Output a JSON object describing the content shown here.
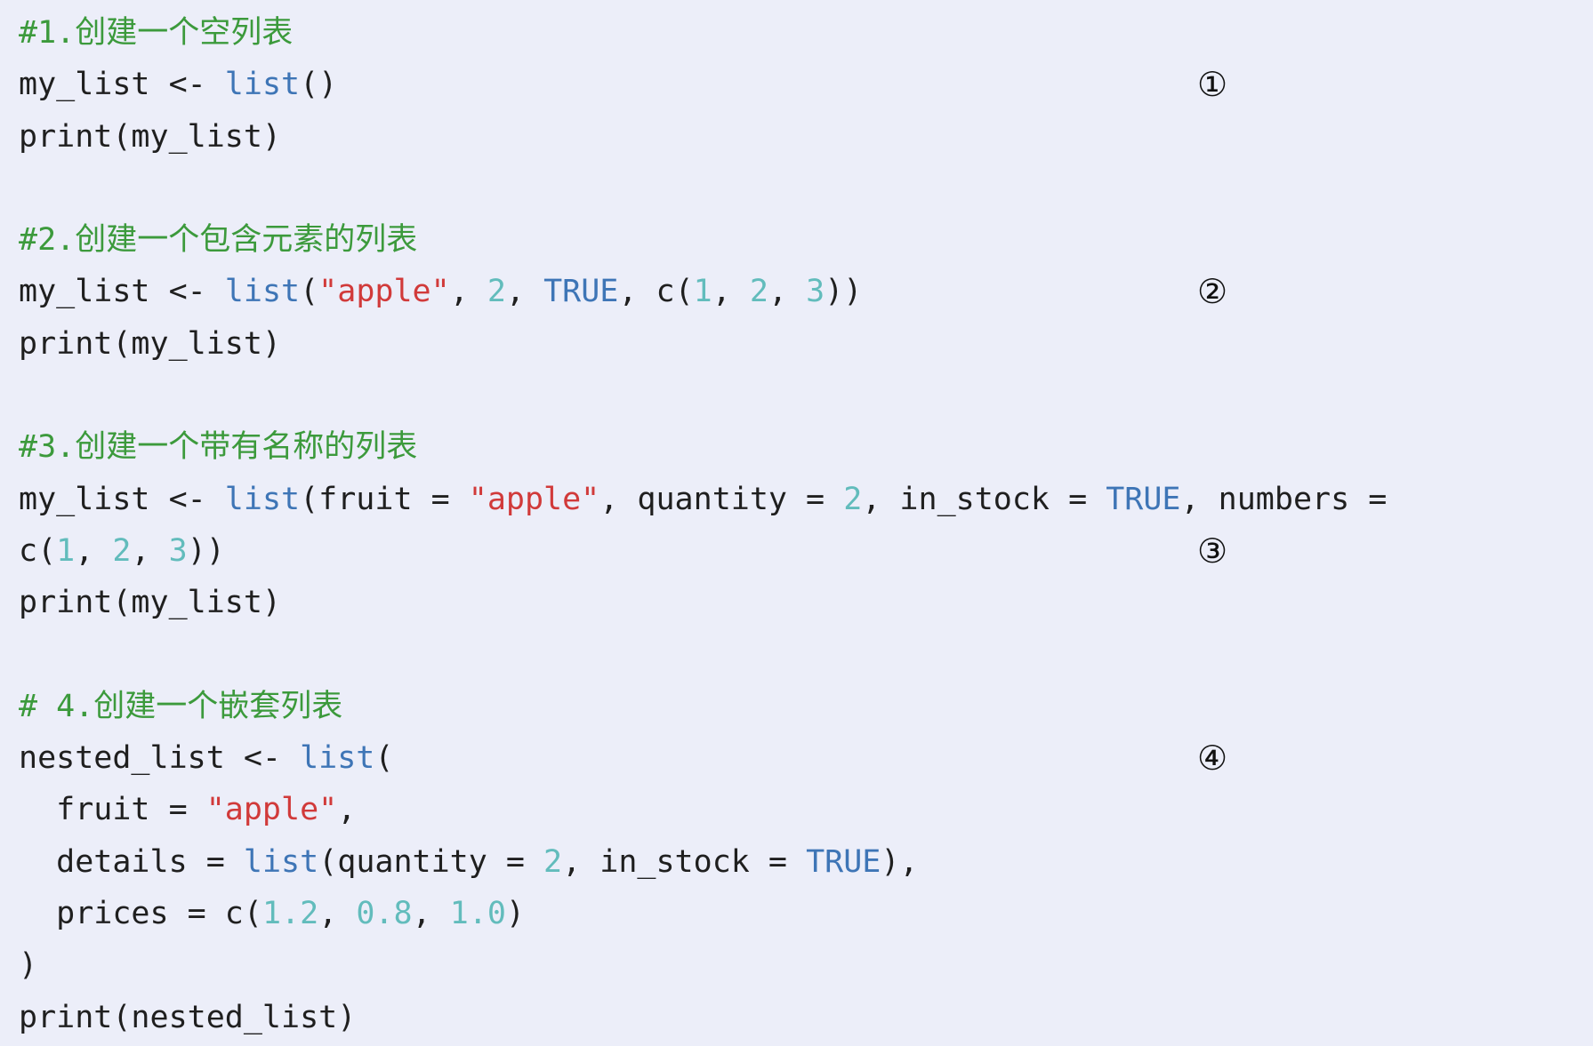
{
  "blocks": [
    {
      "comment_prefix": "#1.",
      "comment_text": "创建一个空列表",
      "lines": [
        [
          {
            "t": "plain",
            "v": "my_list <- "
          },
          {
            "t": "kw-func",
            "v": "list"
          },
          {
            "t": "plain",
            "v": "()"
          }
        ],
        [
          {
            "t": "plain",
            "v": "print(my_list)"
          }
        ]
      ],
      "marker": "①"
    },
    {
      "comment_prefix": "#2.",
      "comment_text": "创建一个包含元素的列表",
      "lines": [
        [
          {
            "t": "plain",
            "v": "my_list <- "
          },
          {
            "t": "kw-func",
            "v": "list"
          },
          {
            "t": "plain",
            "v": "("
          },
          {
            "t": "str",
            "v": "\"apple\""
          },
          {
            "t": "plain",
            "v": ", "
          },
          {
            "t": "num",
            "v": "2"
          },
          {
            "t": "plain",
            "v": ", "
          },
          {
            "t": "bool",
            "v": "TRUE"
          },
          {
            "t": "plain",
            "v": ", c("
          },
          {
            "t": "num",
            "v": "1"
          },
          {
            "t": "plain",
            "v": ", "
          },
          {
            "t": "num",
            "v": "2"
          },
          {
            "t": "plain",
            "v": ", "
          },
          {
            "t": "num",
            "v": "3"
          },
          {
            "t": "plain",
            "v": "))"
          }
        ],
        [
          {
            "t": "plain",
            "v": "print(my_list)"
          }
        ]
      ],
      "marker": "②"
    },
    {
      "comment_prefix": "#3.",
      "comment_text": "创建一个带有名称的列表",
      "lines": [
        [
          {
            "t": "plain",
            "v": "my_list <- "
          },
          {
            "t": "kw-func",
            "v": "list"
          },
          {
            "t": "plain",
            "v": "(fruit = "
          },
          {
            "t": "str",
            "v": "\"apple\""
          },
          {
            "t": "plain",
            "v": ", quantity = "
          },
          {
            "t": "num",
            "v": "2"
          },
          {
            "t": "plain",
            "v": ", in_stock = "
          },
          {
            "t": "bool",
            "v": "TRUE"
          },
          {
            "t": "plain",
            "v": ", numbers ="
          }
        ],
        [
          {
            "t": "plain",
            "v": "c("
          },
          {
            "t": "num",
            "v": "1"
          },
          {
            "t": "plain",
            "v": ", "
          },
          {
            "t": "num",
            "v": "2"
          },
          {
            "t": "plain",
            "v": ", "
          },
          {
            "t": "num",
            "v": "3"
          },
          {
            "t": "plain",
            "v": "))"
          }
        ],
        [
          {
            "t": "plain",
            "v": "print(my_list)"
          }
        ]
      ],
      "marker": "③"
    },
    {
      "comment_prefix": "# 4.",
      "comment_text": "创建一个嵌套列表",
      "lines": [
        [
          {
            "t": "plain",
            "v": "nested_list <- "
          },
          {
            "t": "kw-func",
            "v": "list"
          },
          {
            "t": "plain",
            "v": "("
          }
        ],
        [
          {
            "t": "plain",
            "v": "  fruit = "
          },
          {
            "t": "str",
            "v": "\"apple\""
          },
          {
            "t": "plain",
            "v": ","
          }
        ],
        [
          {
            "t": "plain",
            "v": "  details = "
          },
          {
            "t": "kw-func",
            "v": "list"
          },
          {
            "t": "plain",
            "v": "(quantity = "
          },
          {
            "t": "num",
            "v": "2"
          },
          {
            "t": "plain",
            "v": ", in_stock = "
          },
          {
            "t": "bool",
            "v": "TRUE"
          },
          {
            "t": "plain",
            "v": "),"
          }
        ],
        [
          {
            "t": "plain",
            "v": "  prices = c("
          },
          {
            "t": "num",
            "v": "1.2"
          },
          {
            "t": "plain",
            "v": ", "
          },
          {
            "t": "num",
            "v": "0.8"
          },
          {
            "t": "plain",
            "v": ", "
          },
          {
            "t": "num",
            "v": "1.0"
          },
          {
            "t": "plain",
            "v": ")"
          }
        ],
        [
          {
            "t": "plain",
            "v": ")"
          }
        ],
        [
          {
            "t": "plain",
            "v": "print(nested_list)"
          }
        ]
      ],
      "marker": "④"
    }
  ],
  "colors": {
    "background": "#eceef9",
    "comment": "#3c9a3c",
    "function": "#3e75b6",
    "string": "#d13a3a",
    "number": "#62bcbc",
    "text": "#1f1f1f"
  }
}
